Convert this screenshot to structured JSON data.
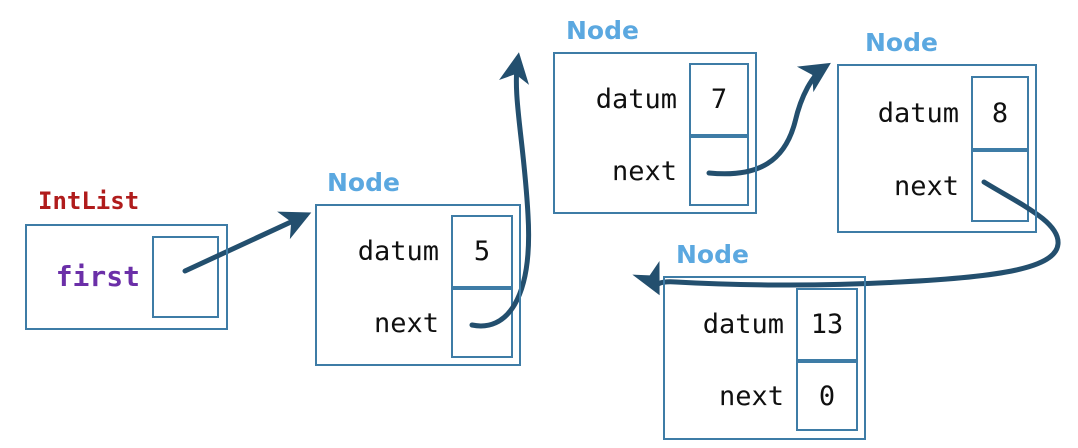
{
  "diagram": {
    "title": "IntList linked list of Node objects",
    "colors": {
      "box_border": "#3E7CA6",
      "arrow": "#234F6E",
      "intlist_label": "#B01C1C",
      "field_name_first": "#6B2FA8",
      "node_label": "#5BA8E0",
      "field_text": "#101010",
      "background": "#ffffff"
    }
  },
  "intlist": {
    "class_label": "IntList",
    "first_field": {
      "name": "first",
      "value": ""
    }
  },
  "nodes": [
    {
      "class_label": "Node",
      "datum_label": "datum",
      "datum_value": "5",
      "next_label": "next",
      "next_value": ""
    },
    {
      "class_label": "Node",
      "datum_label": "datum",
      "datum_value": "7",
      "next_label": "next",
      "next_value": ""
    },
    {
      "class_label": "Node",
      "datum_label": "datum",
      "datum_value": "8",
      "next_label": "next",
      "next_value": ""
    },
    {
      "class_label": "Node",
      "datum_label": "datum",
      "datum_value": "13",
      "next_label": "next",
      "next_value": "0"
    }
  ]
}
